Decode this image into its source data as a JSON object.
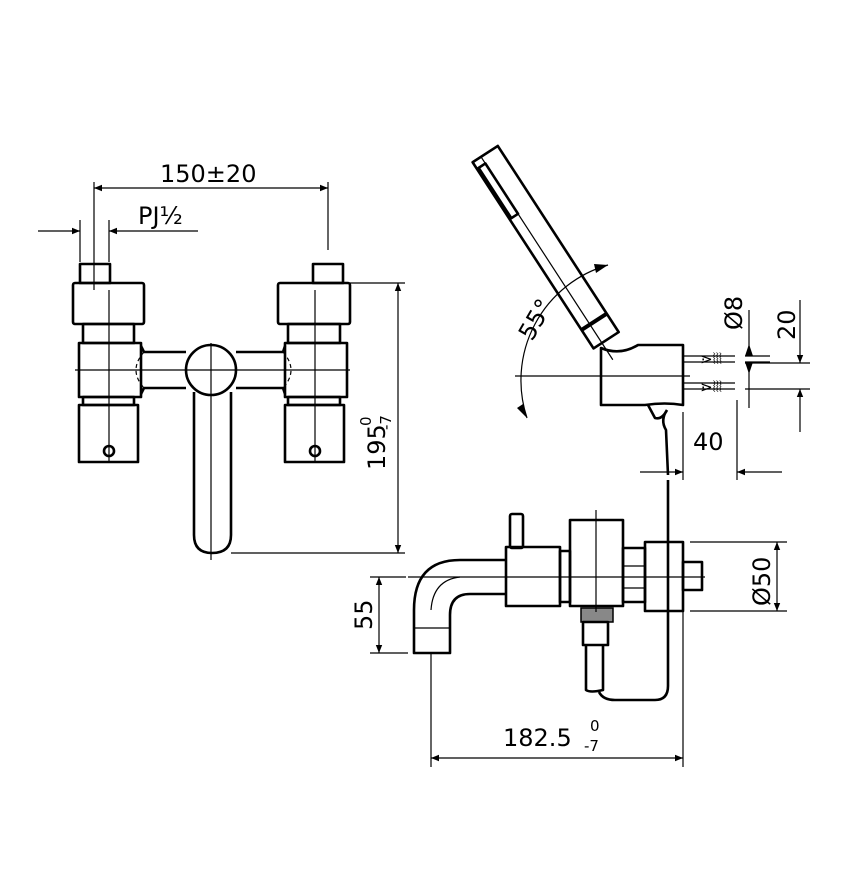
{
  "title": "Wall-mounted bath mixer with hand shower - technical drawing",
  "front_view": {
    "width_dim": "150±20",
    "thread_dim": "PJ½",
    "height_dim": "195",
    "height_tol_upper": "0",
    "height_tol_lower": "-7"
  },
  "hand_shower": {
    "angle_dim": "55°",
    "hose_dia_dim": "Ø8",
    "spacing_dim": "20",
    "offset_dim": "40"
  },
  "side_view": {
    "spout_drop_dim": "55",
    "body_dia_dim": "Ø50",
    "depth_dim": "182.5",
    "depth_tol_upper": "0",
    "depth_tol_lower": "-7"
  }
}
